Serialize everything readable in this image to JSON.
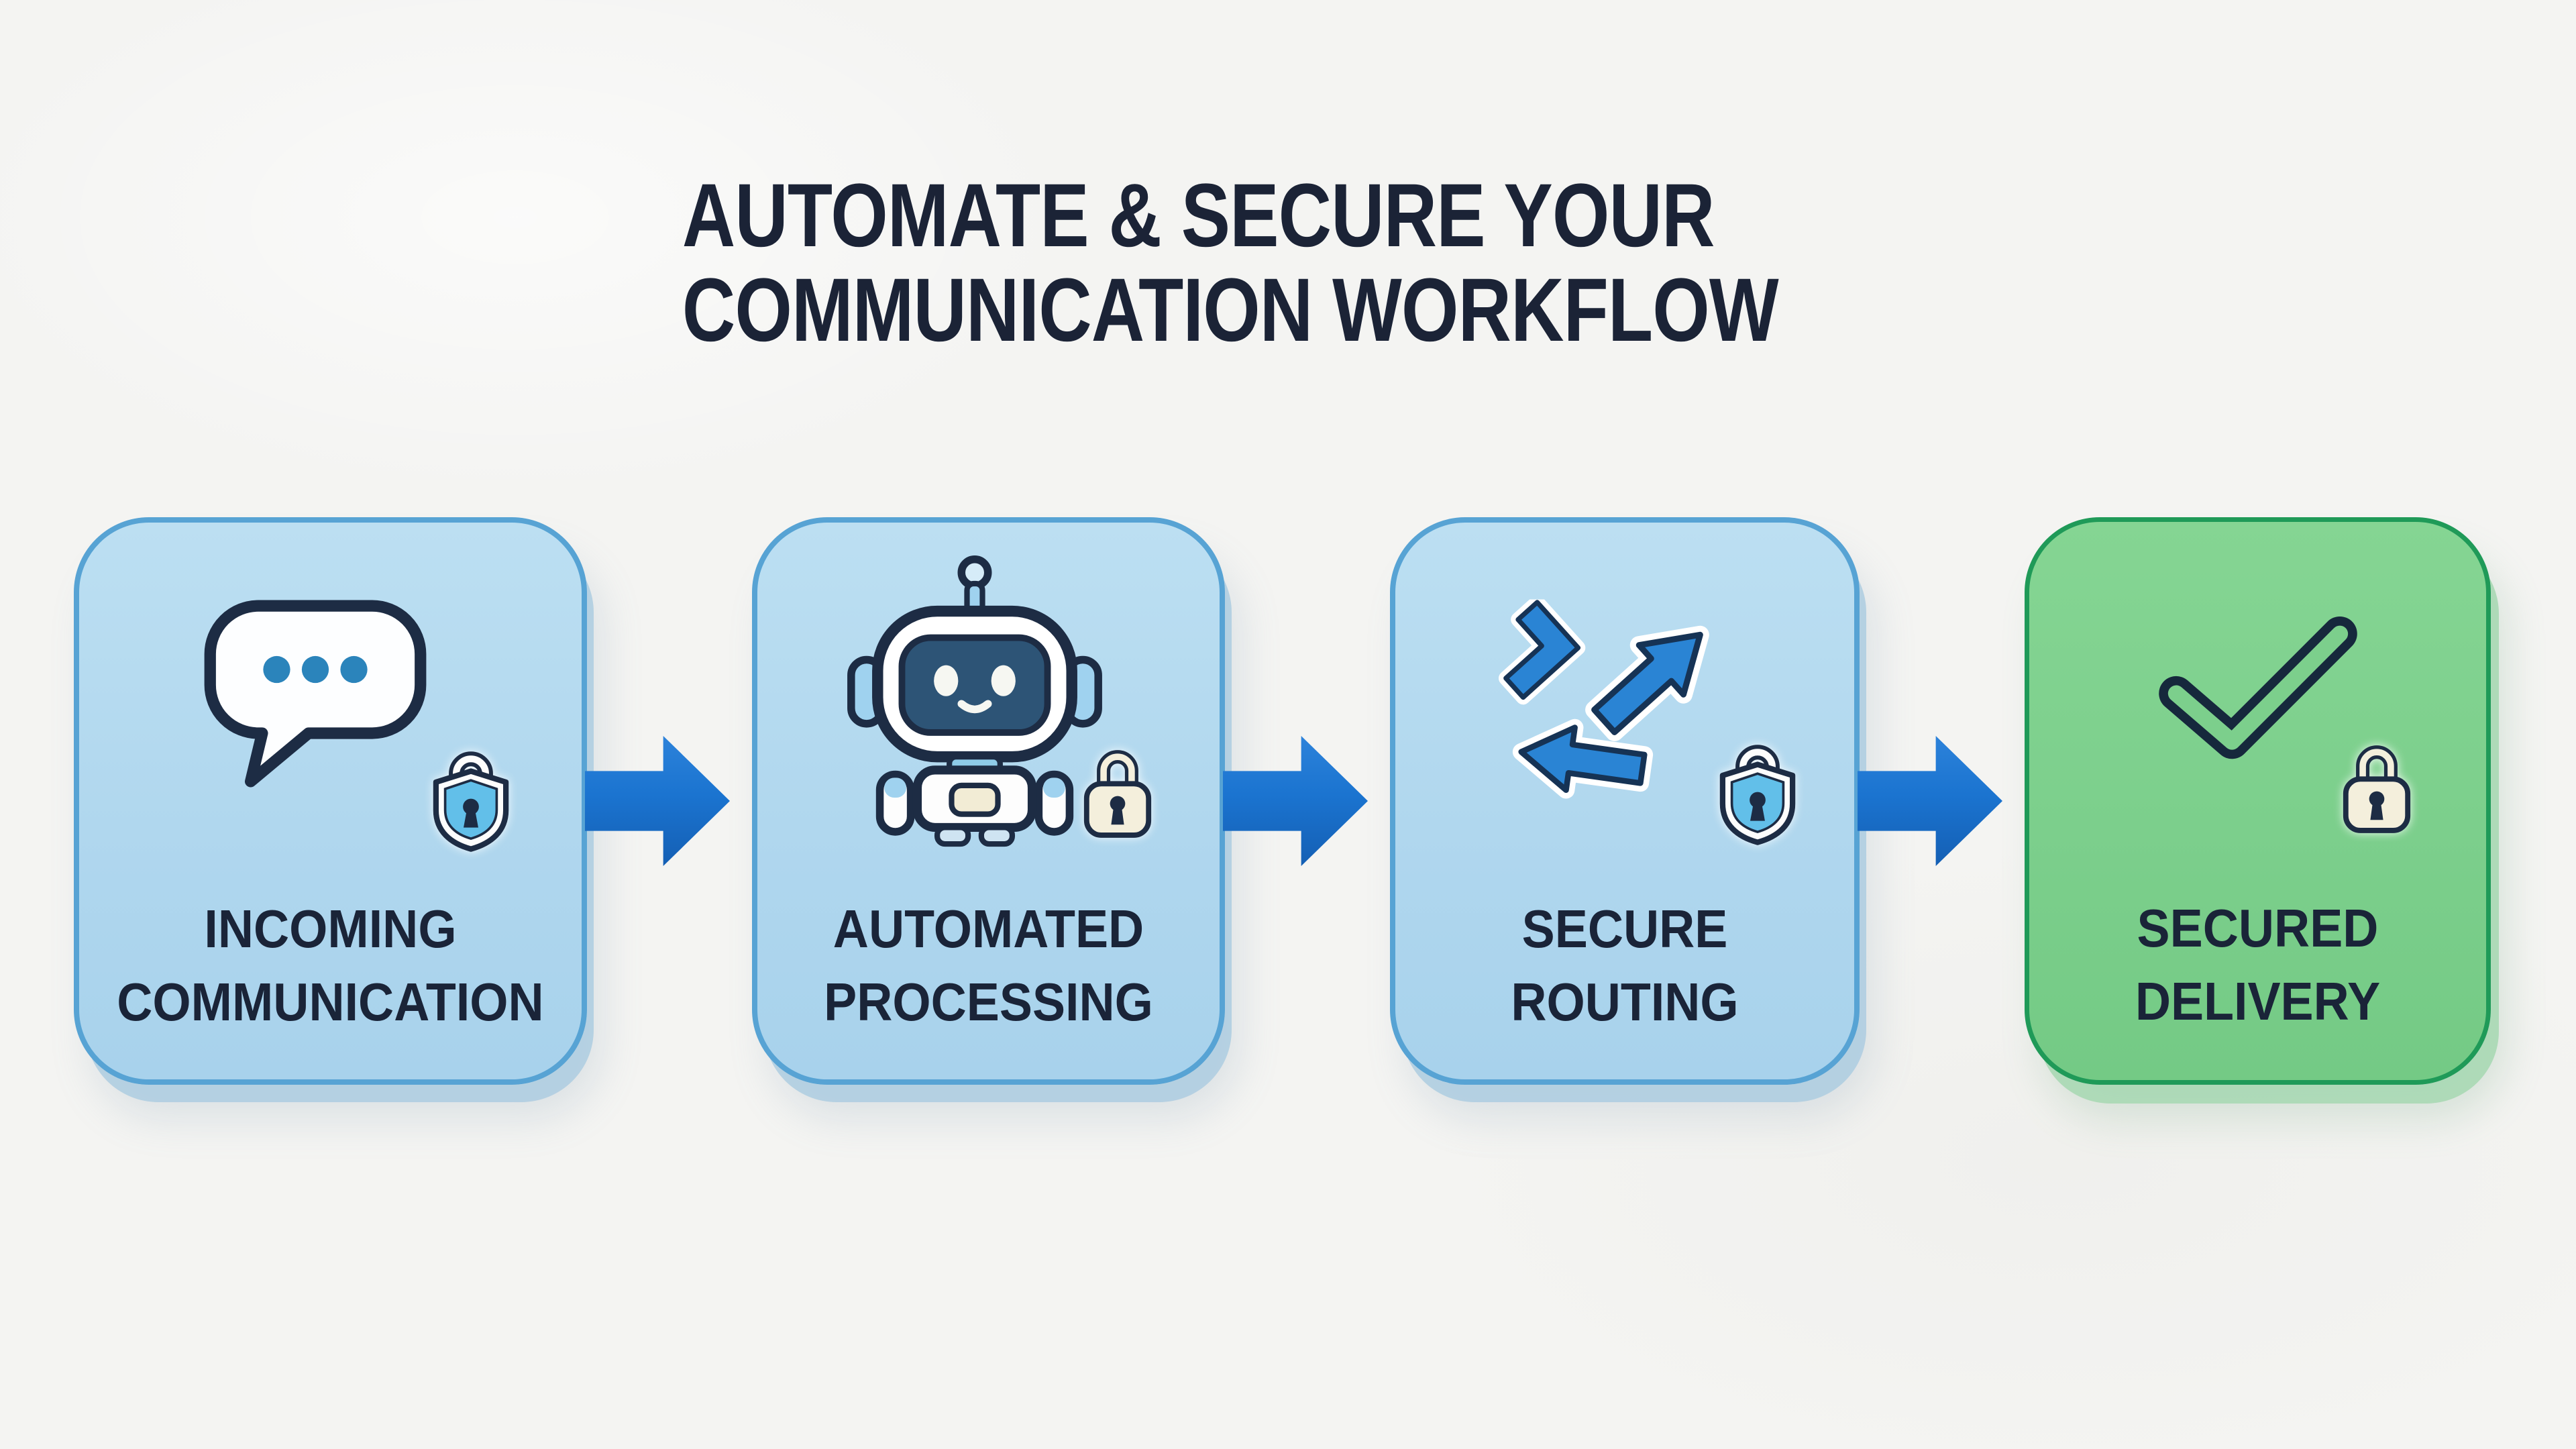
{
  "title": {
    "line1": "AUTOMATE & SECURE YOUR",
    "line2": "COMMUNICATION WORKFLOW",
    "full_text": "AUTOMATE & SECURE YOUR COMMUNICATION WORKFLOW"
  },
  "steps": [
    {
      "id": "incoming-communication",
      "label_line1": "INCOMING",
      "label_line2": "COMMUNICATION",
      "icon": "chat-bubble-icon",
      "badge": "shield-lock-icon",
      "color_variant": "blue"
    },
    {
      "id": "automated-processing",
      "label_line1": "AUTOMATED",
      "label_line2": "PROCESSING",
      "icon": "robot-icon",
      "badge": "padlock-icon",
      "color_variant": "blue"
    },
    {
      "id": "secure-routing",
      "label_line1": "SECURE",
      "label_line2": "ROUTING",
      "icon": "routing-arrows-icon",
      "badge": "shield-lock-icon",
      "color_variant": "blue"
    },
    {
      "id": "secured-delivery",
      "label_line1": "SECURED",
      "label_line2": "DELIVERY",
      "icon": "checkmark-icon",
      "badge": "padlock-icon",
      "color_variant": "green"
    }
  ],
  "connectors": [
    {
      "icon": "right-arrow-icon"
    },
    {
      "icon": "right-arrow-icon"
    },
    {
      "icon": "right-arrow-icon"
    }
  ],
  "colors": {
    "background": "#f4f4f2",
    "title_navy": "#1b2336",
    "label_navy": "#1a2438",
    "box_blue_fill": "#b0d7ee",
    "box_blue_border": "#57a3d4",
    "box_green_fill": "#7ccf8c",
    "box_green_border": "#1f9a58",
    "arrow_blue": "#1b74d0",
    "icon_outline_navy": "#1d2c44",
    "chat_dots_blue": "#2b84bb",
    "routing_arrow_blue": "#2a84d4",
    "robot_face_blue": "#2d5476",
    "robot_accent_blue": "#9fd2ef",
    "shield_inner_blue": "#62bfe9",
    "lock_body_cream": "#f4efdc",
    "check_green": "#7ccf8c"
  }
}
